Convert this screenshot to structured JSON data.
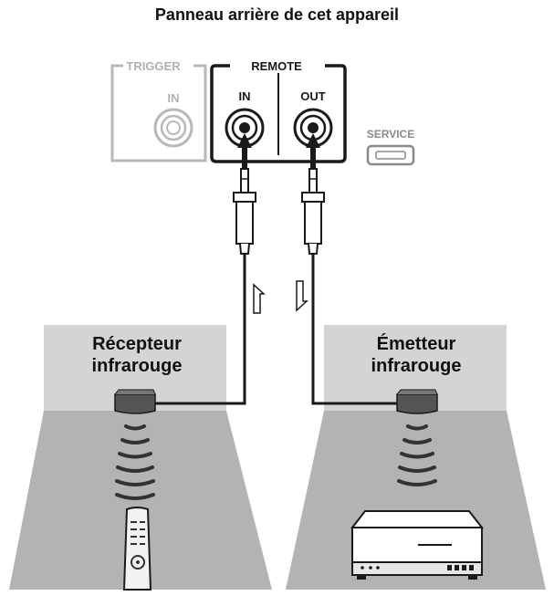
{
  "title": "Panneau arrière de cet appareil",
  "panel": {
    "trigger_label": "TRIGGER",
    "trigger_in_label": "IN",
    "remote_label": "REMOTE",
    "remote_in_label": "IN",
    "remote_out_label": "OUT",
    "service_label": "SERVICE"
  },
  "receiver": {
    "line1": "Récepteur",
    "line2": "infrarouge"
  },
  "emitter": {
    "line1": "Émetteur",
    "line2": "infrarouge"
  },
  "colors": {
    "room_top": "#d4d4d4",
    "room_floor": "#b3b3b3",
    "trigger_gray": "#b8b8b8",
    "ink": "#1a1a1a"
  }
}
